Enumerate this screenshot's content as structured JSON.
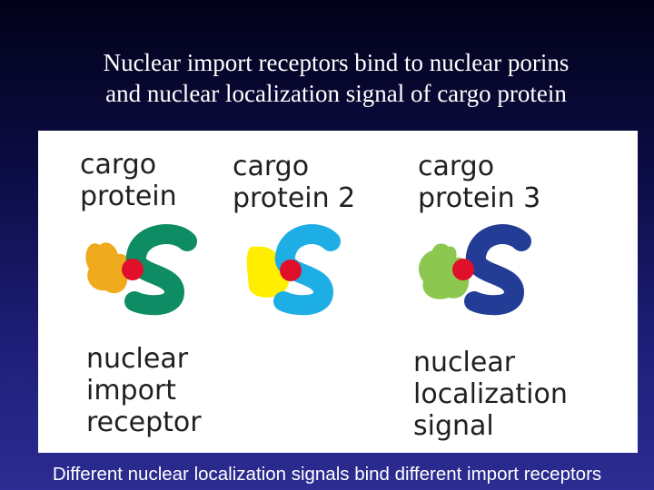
{
  "title": {
    "line1": "Nuclear import receptors bind to nuclear porins",
    "line2": "and nuclear localization signal of cargo protein"
  },
  "diagram": {
    "cargo_labels": [
      {
        "line1": "cargo",
        "line2": "protein"
      },
      {
        "line1": "cargo",
        "line2": "protein 2"
      },
      {
        "line1": "cargo",
        "line2": "protein 3"
      }
    ],
    "receptor_label": {
      "line1": "nuclear",
      "line2": "import",
      "line3": "receptor"
    },
    "signal_label": {
      "line1": "nuclear",
      "line2": "localization",
      "line3": "signal"
    },
    "colors": {
      "cargo_1": "#f0aa1e",
      "cargo_2": "#ffee00",
      "cargo_3": "#8cc850",
      "receptor_1": "#0e8c64",
      "receptor_2": "#1eaee6",
      "receptor_3": "#233c96",
      "signal": "#e0102a"
    }
  },
  "caption": "Different nuclear localization signals bind different import receptors"
}
